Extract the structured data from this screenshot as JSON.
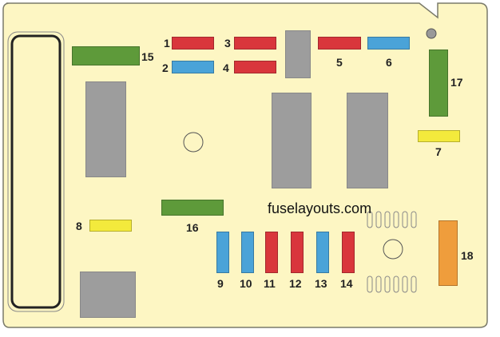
{
  "site": "fuselayouts.com",
  "colors": {
    "board": "#fdf6c3",
    "red": "#d9363c",
    "blue": "#4aa3d8",
    "green": "#5e9a3a",
    "yellow": "#f3ea3c",
    "orange": "#ef9d3c",
    "gray": "#9d9d9d"
  },
  "fuses": [
    {
      "label": "1",
      "color": "red"
    },
    {
      "label": "2",
      "color": "blue"
    },
    {
      "label": "3",
      "color": "red"
    },
    {
      "label": "4",
      "color": "red"
    },
    {
      "label": "5",
      "color": "red"
    },
    {
      "label": "6",
      "color": "blue"
    },
    {
      "label": "7",
      "color": "yellow"
    },
    {
      "label": "8",
      "color": "yellow"
    },
    {
      "label": "9",
      "color": "blue"
    },
    {
      "label": "10",
      "color": "blue"
    },
    {
      "label": "11",
      "color": "red"
    },
    {
      "label": "12",
      "color": "red"
    },
    {
      "label": "13",
      "color": "blue"
    },
    {
      "label": "14",
      "color": "red"
    },
    {
      "label": "15",
      "color": "green"
    },
    {
      "label": "16",
      "color": "green"
    },
    {
      "label": "17",
      "color": "green"
    },
    {
      "label": "18",
      "color": "orange"
    }
  ]
}
